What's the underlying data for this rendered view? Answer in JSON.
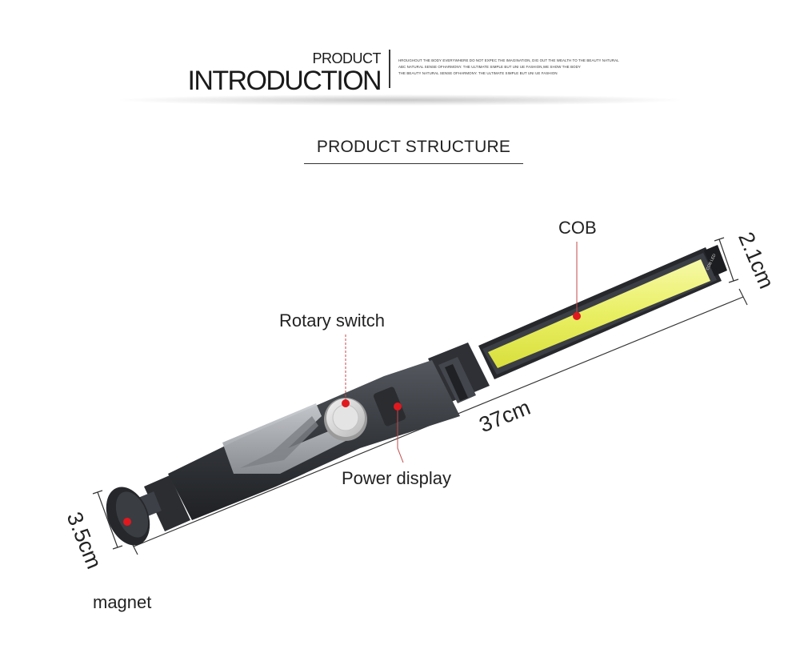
{
  "header": {
    "title_small": "PRODUCT",
    "title_big": "INTRODUCTION",
    "caption_lines": [
      "Hroughout the body everywhere do not expec the imagination, dig out the wealth to the beauty natural",
      "abc natural sense ofharmony. the ultimate simple but uni ue fashion,we show the body",
      "the beauty natural sense ofharmony. the ultimate simple but uni ue fashion"
    ]
  },
  "section": {
    "title": "PRODUCT STRUCTURE"
  },
  "parts": {
    "cob": "COB",
    "rotary_switch": "Rotary switch",
    "power_display": "Power display",
    "magnet": "magnet"
  },
  "dimensions": {
    "width_head": "2.1cm",
    "length": "37cm",
    "width_base": "3.5cm"
  },
  "colors": {
    "body": "#3a3d42",
    "grip": "#a9adb3",
    "cob_light": "#eef27a",
    "marker": "#e0191f",
    "leader": "#cc2a2a"
  }
}
